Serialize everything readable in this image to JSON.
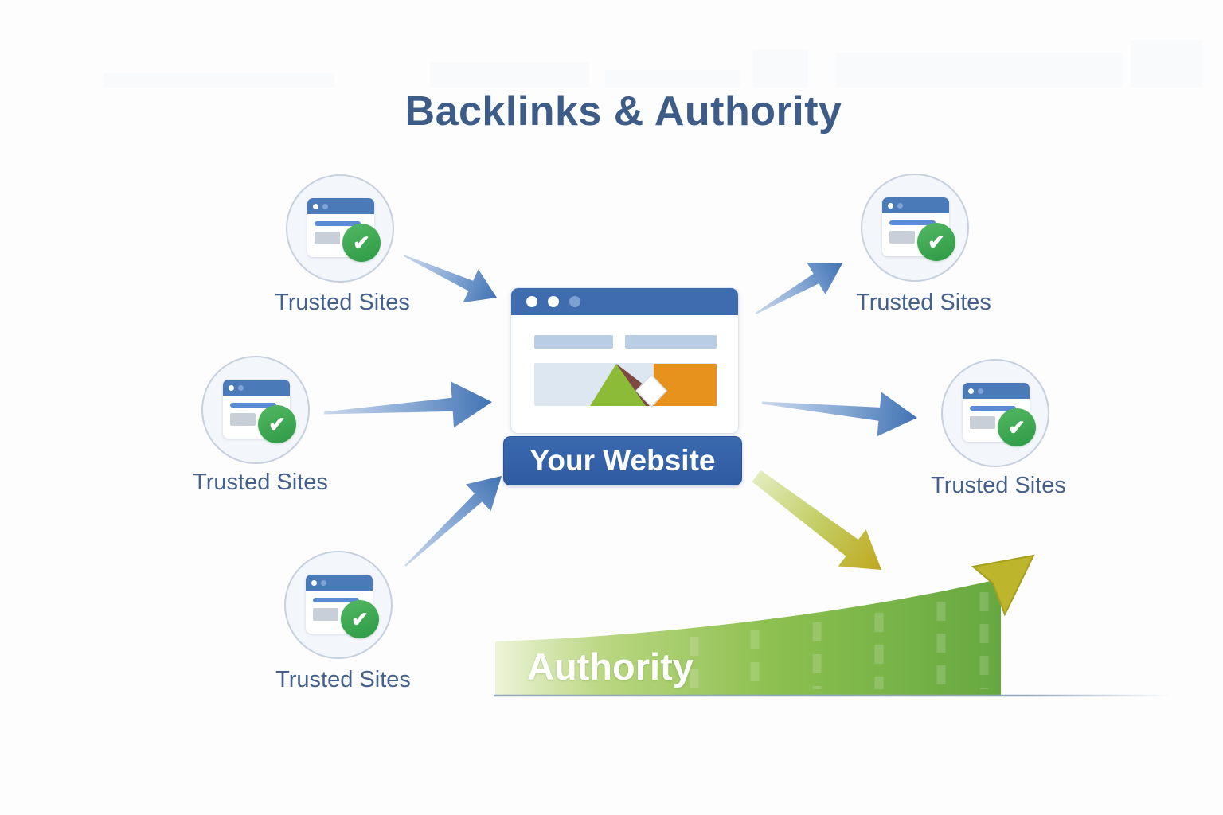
{
  "title": "Backlinks & Authority",
  "sites": [
    {
      "id": "top-left",
      "label": "Trusted Sites"
    },
    {
      "id": "mid-left",
      "label": "Trusted Sites"
    },
    {
      "id": "bottom-left",
      "label": "Trusted Sites"
    },
    {
      "id": "top-right",
      "label": "Trusted Sites"
    },
    {
      "id": "mid-right",
      "label": "Trusted Sites"
    }
  ],
  "website": {
    "label": "Your Website"
  },
  "authority": {
    "label": "Authority"
  },
  "icons": {
    "check": "✔"
  },
  "colors": {
    "title_text": "#3d5c87",
    "label_text": "#45618b",
    "browser_header_blue": "#3f6cae",
    "banner_blue": "#33609f",
    "arrow_blue": "#4273b4",
    "check_green": "#2d9a45",
    "growth_green": "#7ab648",
    "arrowhead_olive": "#bdb52b",
    "hero_orange": "#e8921e",
    "hero_green": "#8cbb37"
  }
}
